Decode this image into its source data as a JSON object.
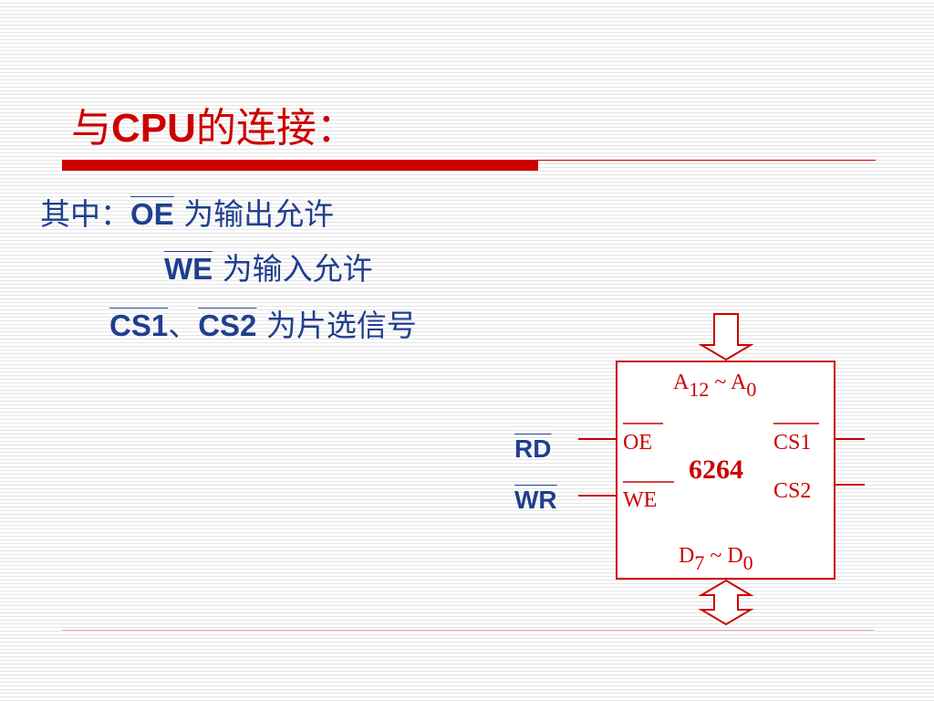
{
  "title": {
    "prefix": "与",
    "cpu": "CPU",
    "suffix": "的连接："
  },
  "notes": {
    "line1": {
      "lead": "其中：",
      "signal": "OE",
      "desc": " 为输出允许"
    },
    "line2": {
      "signal": "WE",
      "desc": " 为输入允许"
    },
    "line3": {
      "signal1": "CS1",
      "sep": "、",
      "signal2": "CS2",
      "desc": " 为片选信号"
    }
  },
  "cpu_signals": {
    "rd": "RD",
    "wr": "WR"
  },
  "chip": {
    "name": "6264",
    "address_label": {
      "A": "A",
      "hi": "12",
      "tilde": " ~ ",
      "A2": "A",
      "lo": "0"
    },
    "data_label": {
      "D": "D",
      "hi": "7",
      "tilde": " ~ ",
      "D2": "D",
      "lo": "0"
    },
    "pins": {
      "oe": "OE",
      "we": "WE",
      "cs1": "CS1",
      "cs2": "CS2"
    }
  },
  "colors": {
    "title": "#cc0000",
    "text": "#1f3f8f",
    "diagram": "#cc0000"
  }
}
